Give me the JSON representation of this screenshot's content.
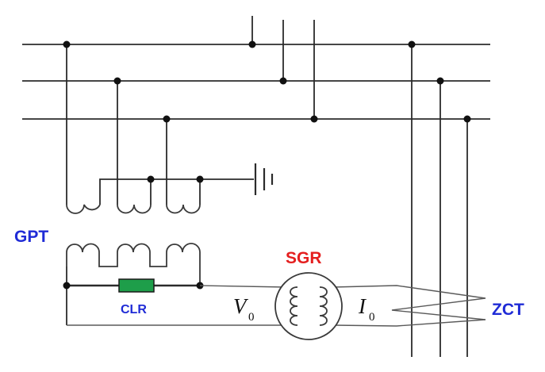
{
  "labels": {
    "gpt": "GPT",
    "sgr": "SGR",
    "clr": "CLR",
    "zct": "ZCT",
    "v0_symbol": "V",
    "v0_sub": "0",
    "i0_symbol": "I",
    "i0_sub": "0"
  },
  "colors": {
    "label_blue": "#1f2bd6",
    "label_red": "#e41f1f",
    "resistor_fill": "#1e9e4a",
    "wire": "#2b2b2b"
  }
}
